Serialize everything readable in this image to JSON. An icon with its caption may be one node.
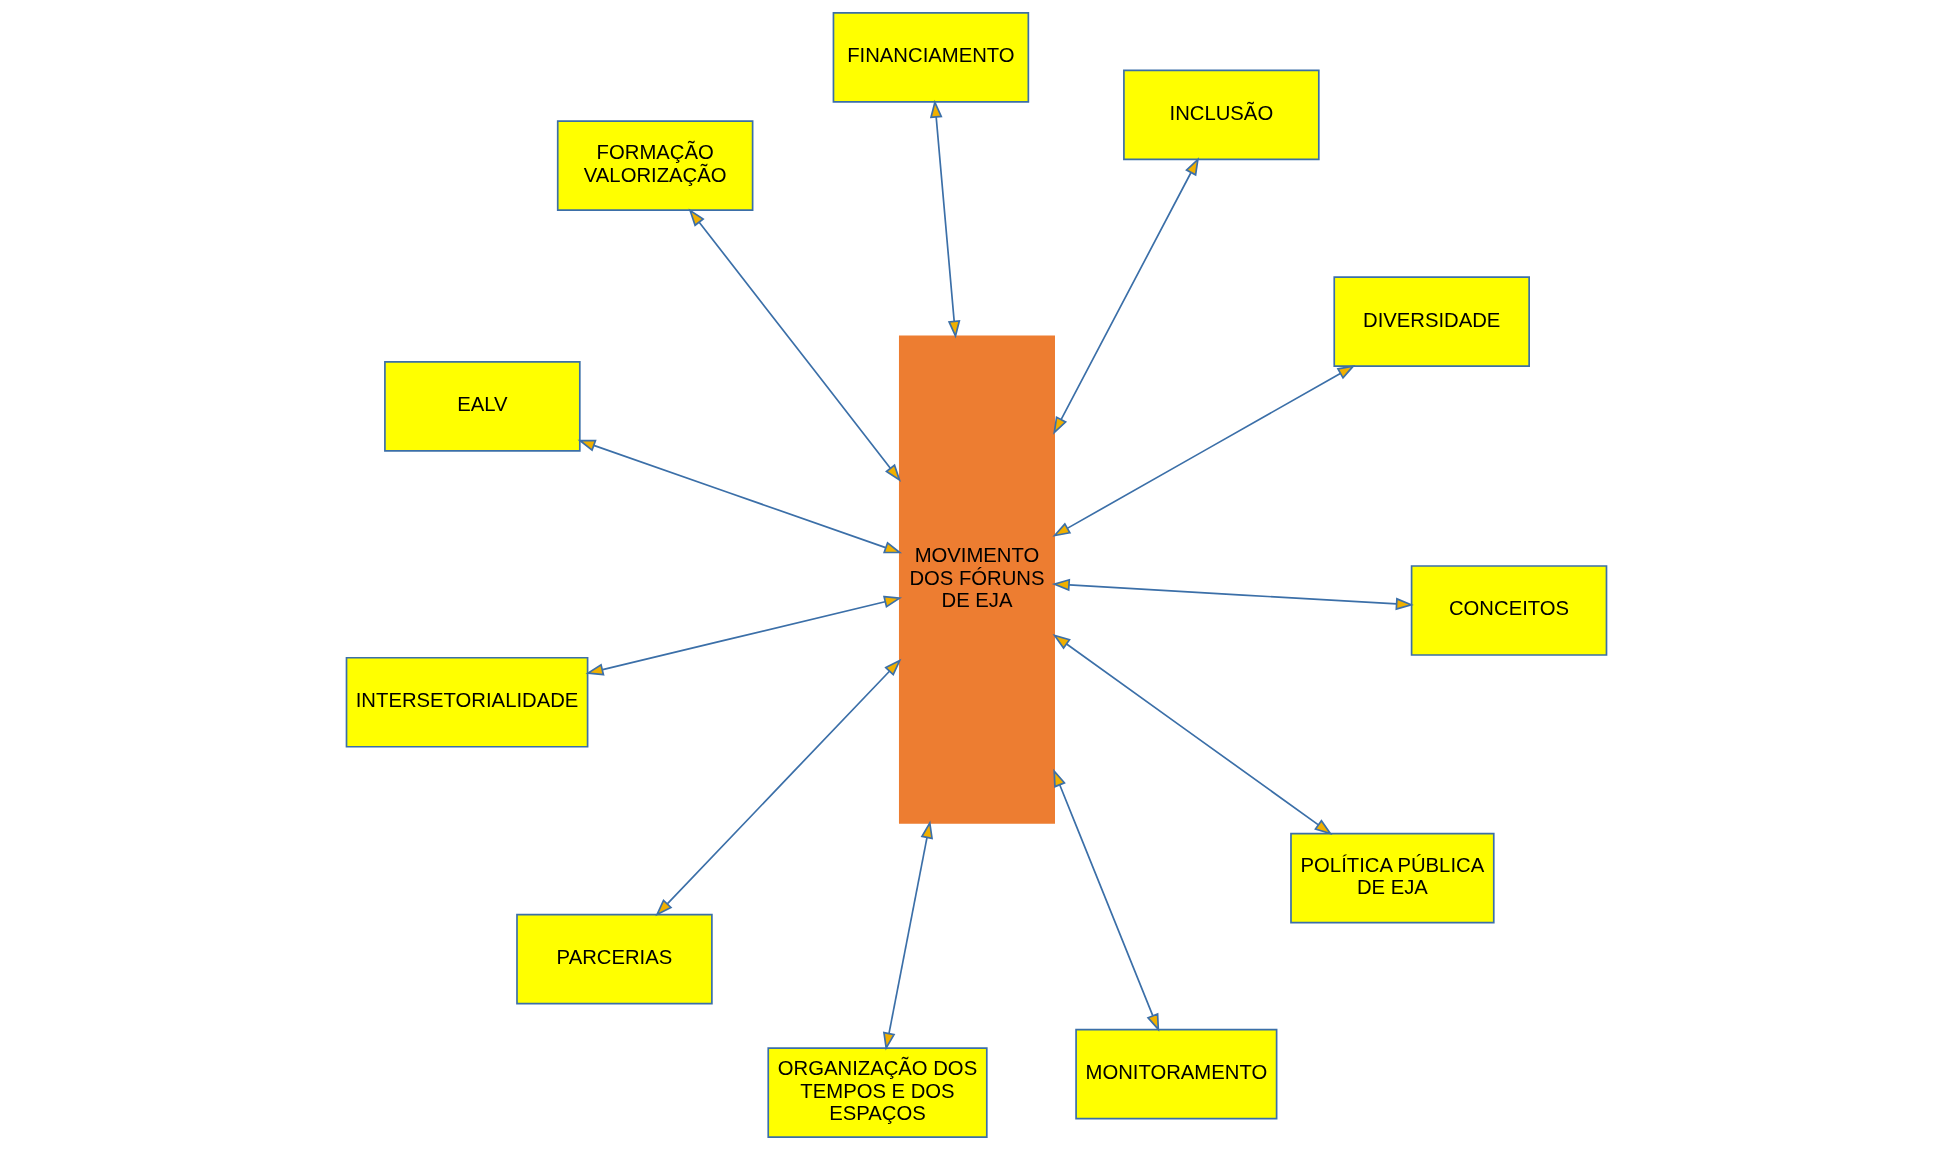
{
  "diagram": {
    "nodes": [
      {
        "text": [
          "MOVIMENTO DOS FÓRUNS DE EJA"
        ]
      },
      {
        "text": [
          "DIVERSIDADE"
        ]
      },
      {
        "text": [
          "ORGANIZAÇÃO DOS TEMPOS E DOS ESPAÇOS"
        ]
      },
      {
        "text": [
          "FORMAÇÃO VALORIZAÇÃO"
        ]
      },
      {
        "text": [
          "INCLUSÃO"
        ]
      },
      {
        "text": [
          "FINANCIAMENTO"
        ]
      },
      {
        "text": [
          "INTERSETORIALIDADE"
        ]
      },
      {
        "text": [
          "CONCEITOS"
        ]
      },
      {
        "text": [
          "PARCERIAS"
        ]
      },
      {
        "text": [
          "MONITORAMENTO"
        ]
      },
      {
        "text": [
          "POLÍTICA PÚBLICA DE EJA"
        ]
      },
      {
        "text": [
          "EALV"
        ]
      }
    ],
    "edges": [
      {
        "from": 0,
        "to": 1,
        "arrow": "both"
      },
      {
        "from": 0,
        "to": 2,
        "arrow": "both"
      },
      {
        "from": 0,
        "to": 3,
        "arrow": "both"
      },
      {
        "from": 0,
        "to": 4,
        "arrow": "both"
      },
      {
        "from": 0,
        "to": 5,
        "arrow": "both"
      },
      {
        "from": 0,
        "to": 6,
        "arrow": "both"
      },
      {
        "from": 0,
        "to": 7,
        "arrow": "both"
      },
      {
        "from": 0,
        "to": 8,
        "arrow": "both"
      },
      {
        "from": 0,
        "to": 9,
        "arrow": "both"
      },
      {
        "from": 0,
        "to": 10,
        "arrow": "both"
      },
      {
        "from": 0,
        "to": 11,
        "arrow": "both"
      }
    ]
  }
}
